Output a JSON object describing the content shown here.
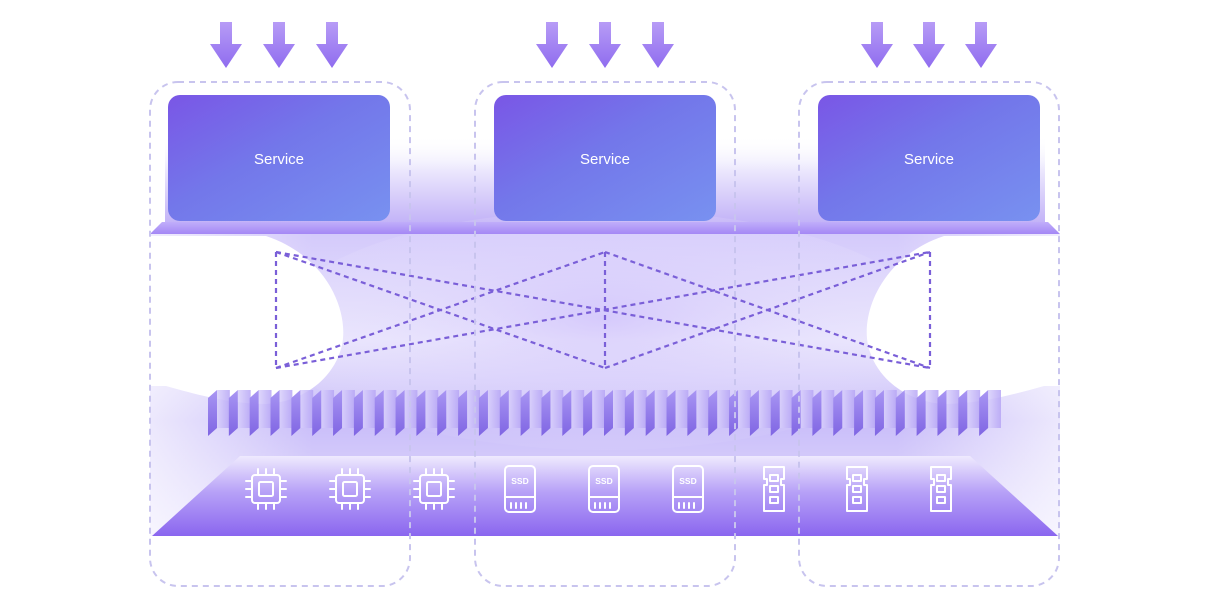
{
  "services": [
    {
      "label": "Service"
    },
    {
      "label": "Service"
    },
    {
      "label": "Service"
    }
  ],
  "resources": [
    {
      "kind": "cpu-icon"
    },
    {
      "kind": "cpu-icon"
    },
    {
      "kind": "cpu-icon"
    },
    {
      "kind": "ssd-icon",
      "text": "SSD"
    },
    {
      "kind": "ssd-icon",
      "text": "SSD"
    },
    {
      "kind": "ssd-icon",
      "text": "SSD"
    },
    {
      "kind": "memory-icon"
    },
    {
      "kind": "memory-icon"
    },
    {
      "kind": "memory-icon"
    }
  ],
  "colors": {
    "accent": "#7b5cf0",
    "dashed_outline": "#c8c4ee",
    "cross_lines": "#7a5fd8",
    "service_gradient_start": "#7c5ae6",
    "service_gradient_end": "#7a8ff0"
  }
}
